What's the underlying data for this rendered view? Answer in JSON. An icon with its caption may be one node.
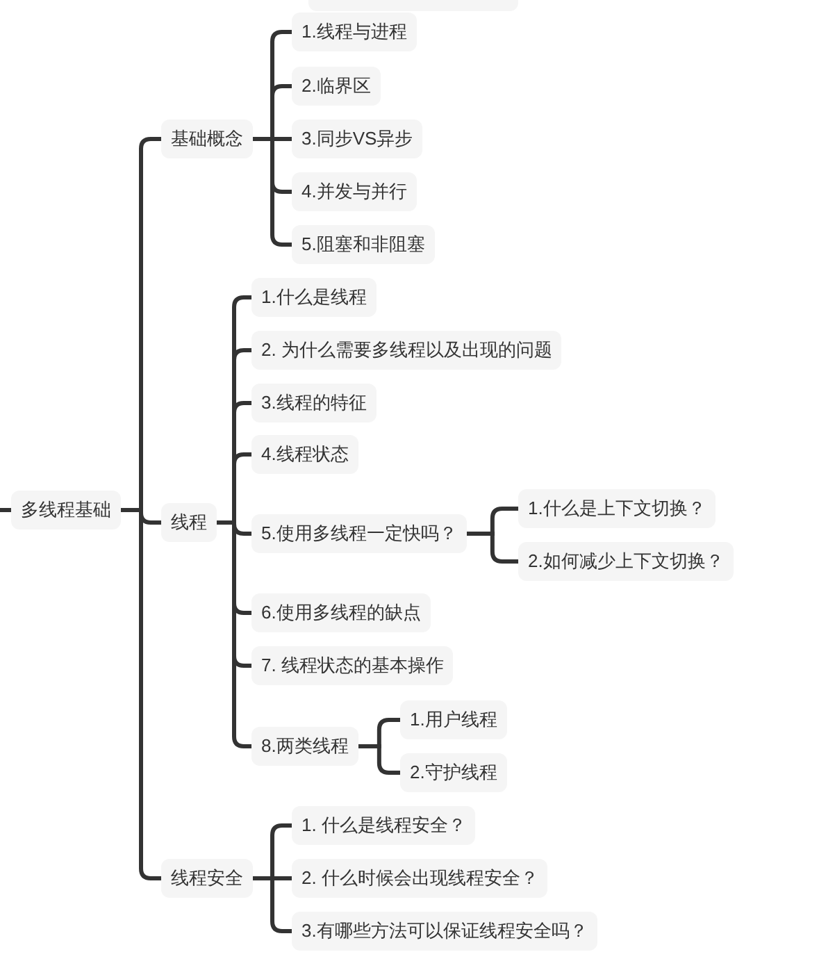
{
  "diagram": {
    "nodes": [
      {
        "text": [],
        "shape": "box"
      },
      {
        "text": [
          "多线程基础"
        ]
      },
      {
        "text": [
          "基础概念"
        ]
      },
      {
        "text": [
          "1.线程与进程"
        ]
      },
      {
        "text": [
          "2.临界区"
        ]
      },
      {
        "text": [
          "3.同步VS异步"
        ]
      },
      {
        "text": [
          "4.并发与并行"
        ]
      },
      {
        "text": [
          "5.阻塞和非阻塞"
        ]
      },
      {
        "text": [
          "线程"
        ]
      },
      {
        "text": [
          "1.什么是线程"
        ]
      },
      {
        "text": [
          "2. 为什么需要多线程以及出现的问题"
        ]
      },
      {
        "text": [
          "3.线程的特征"
        ]
      },
      {
        "text": [
          "4.线程状态"
        ]
      },
      {
        "text": [
          "5.使用多线程一定快吗？"
        ]
      },
      {
        "text": [
          "1.什么是上下文切换？"
        ]
      },
      {
        "text": [
          "2.如何减少上下文切换？"
        ]
      },
      {
        "text": [
          "6.使用多线程的缺点"
        ]
      },
      {
        "text": [
          "7. 线程状态的基本操作"
        ]
      },
      {
        "text": [
          "8.两类线程"
        ]
      },
      {
        "text": [
          "1.用户线程"
        ]
      },
      {
        "text": [
          "2.守护线程"
        ]
      },
      {
        "text": [
          "线程安全"
        ]
      },
      {
        "text": [
          "1. 什么是线程安全？"
        ]
      },
      {
        "text": [
          "2. 什么时候会出现线程安全？"
        ]
      },
      {
        "text": [
          "3.有哪些方法可以保证线程安全吗？"
        ]
      }
    ],
    "edges": [
      {
        "from": null,
        "to": 1,
        "arrow": "none"
      },
      {
        "from": 1,
        "to": 2,
        "arrow": "none"
      },
      {
        "from": 2,
        "to": 3,
        "arrow": "none"
      },
      {
        "from": 2,
        "to": 4,
        "arrow": "none"
      },
      {
        "from": 2,
        "to": 5,
        "arrow": "none"
      },
      {
        "from": 2,
        "to": 6,
        "arrow": "none"
      },
      {
        "from": 2,
        "to": 7,
        "arrow": "none"
      },
      {
        "from": 1,
        "to": 8,
        "arrow": "none"
      },
      {
        "from": 8,
        "to": 9,
        "arrow": "none"
      },
      {
        "from": 8,
        "to": 10,
        "arrow": "none"
      },
      {
        "from": 8,
        "to": 11,
        "arrow": "none"
      },
      {
        "from": 8,
        "to": 12,
        "arrow": "none"
      },
      {
        "from": 8,
        "to": 13,
        "arrow": "none"
      },
      {
        "from": 13,
        "to": 14,
        "arrow": "none"
      },
      {
        "from": 13,
        "to": 15,
        "arrow": "none"
      },
      {
        "from": 8,
        "to": 16,
        "arrow": "none"
      },
      {
        "from": 8,
        "to": 17,
        "arrow": "none"
      },
      {
        "from": 8,
        "to": 18,
        "arrow": "none"
      },
      {
        "from": 18,
        "to": 19,
        "arrow": "none"
      },
      {
        "from": 18,
        "to": 20,
        "arrow": "none"
      },
      {
        "from": 1,
        "to": 21,
        "arrow": "none"
      },
      {
        "from": 21,
        "to": 22,
        "arrow": "none"
      },
      {
        "from": 21,
        "to": 23,
        "arrow": "none"
      },
      {
        "from": 21,
        "to": 24,
        "arrow": "none"
      }
    ]
  }
}
